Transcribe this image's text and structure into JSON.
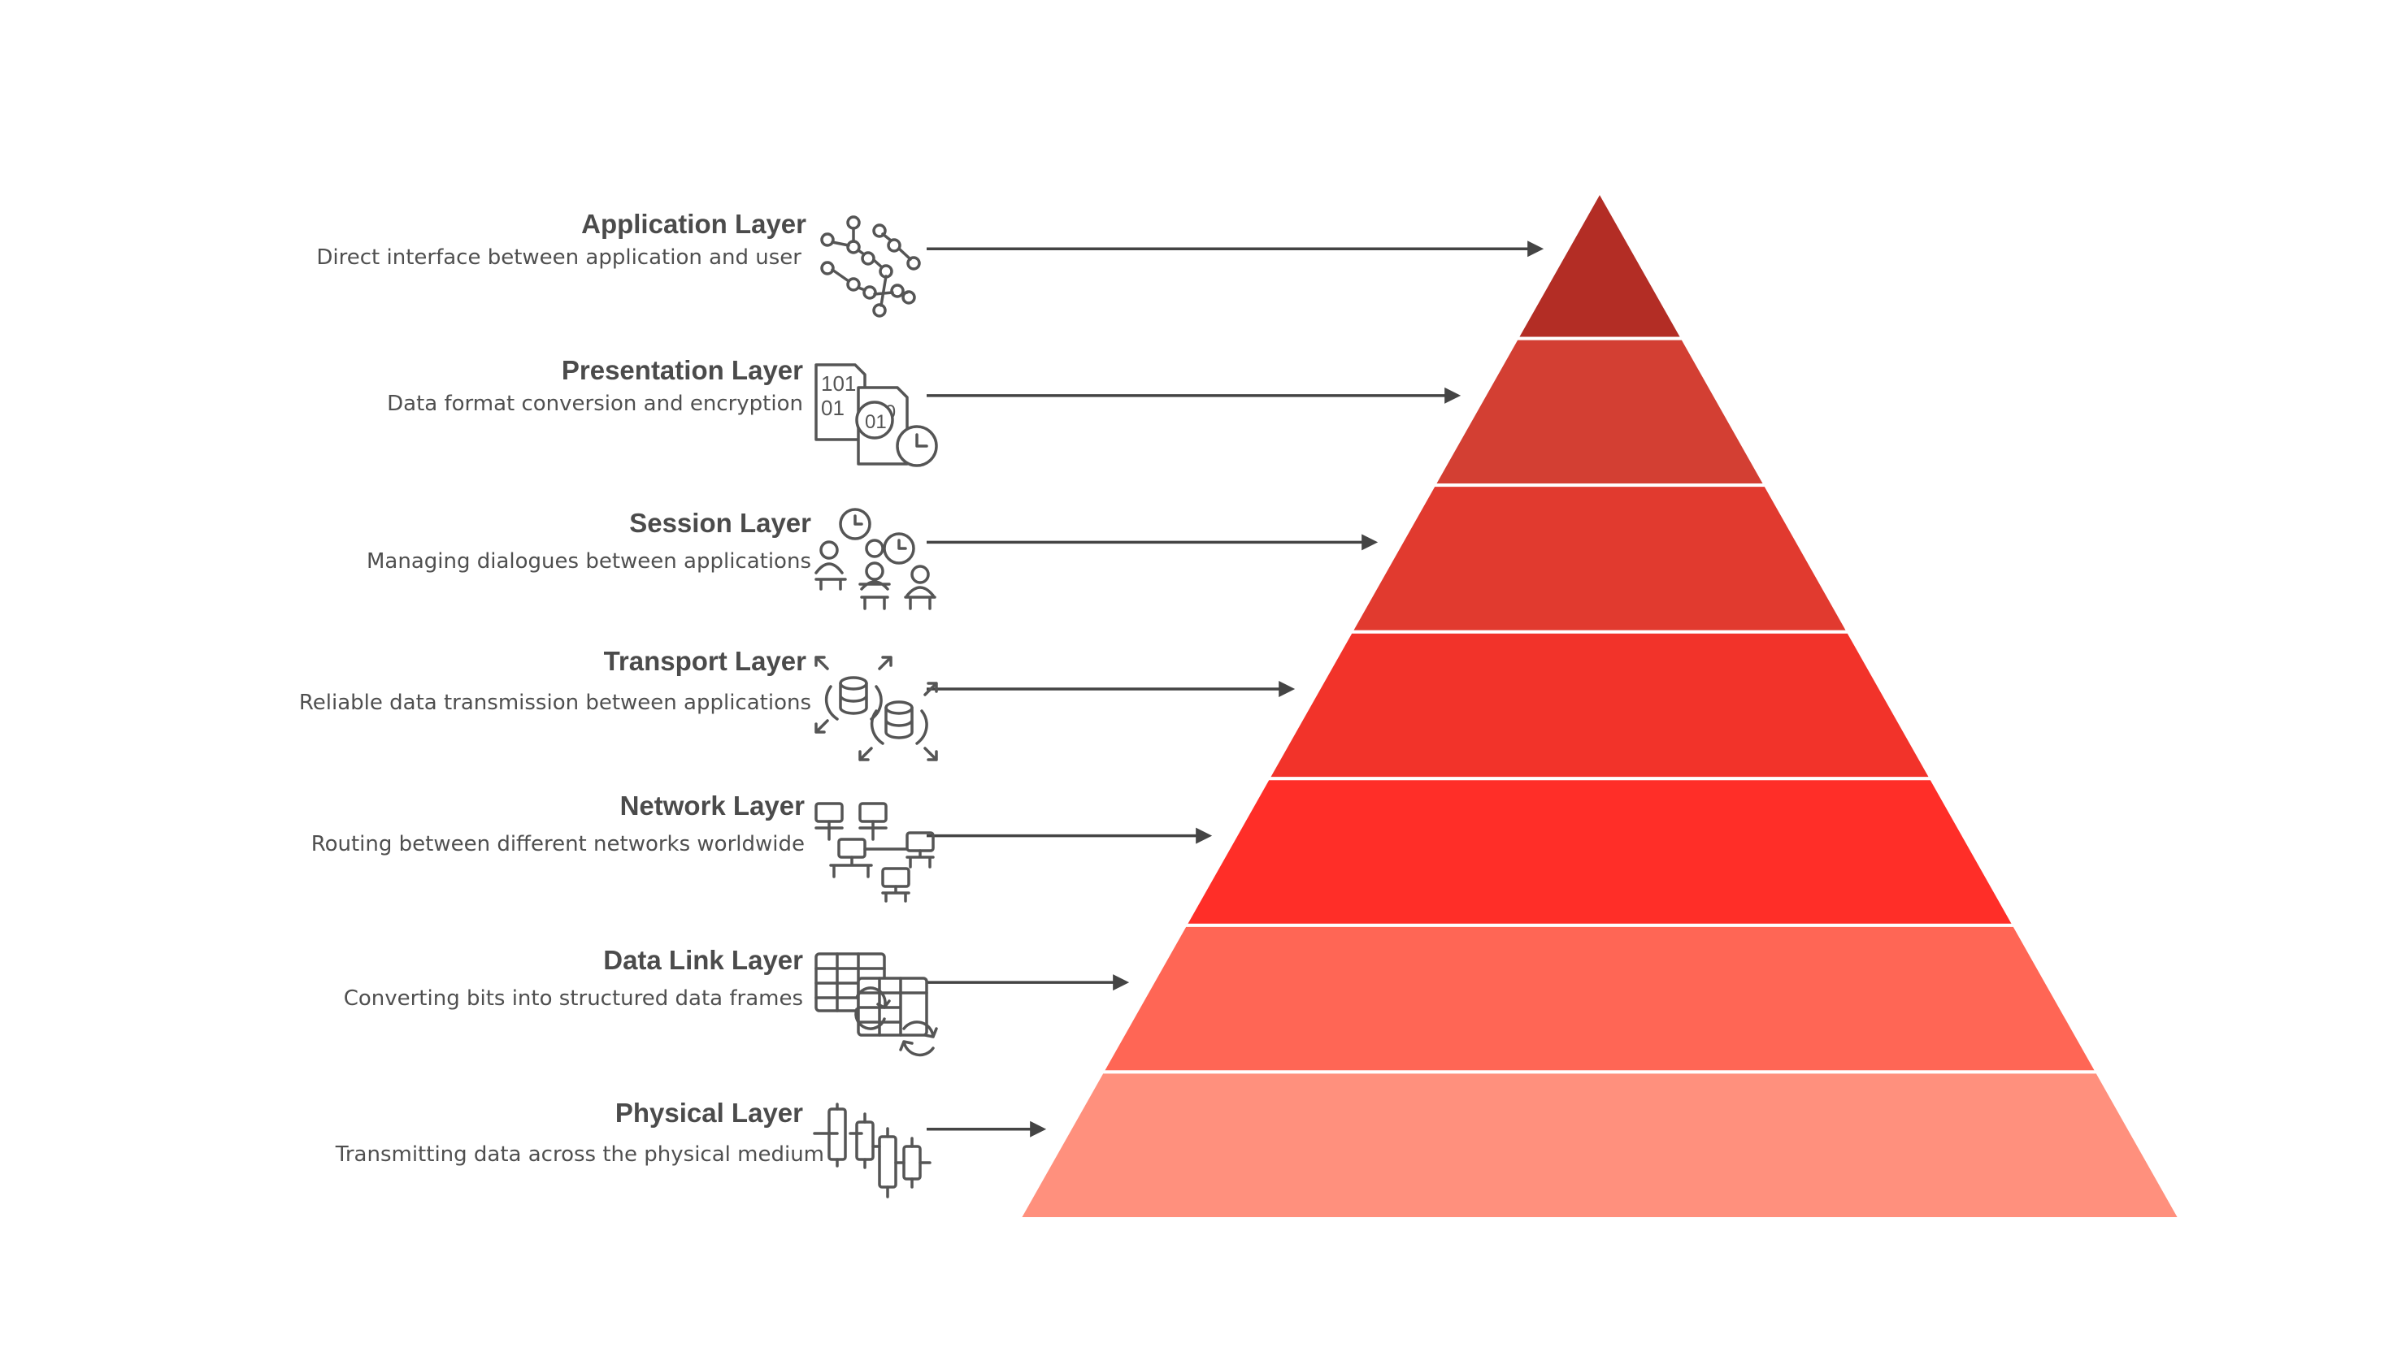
{
  "diagram": {
    "type": "pyramid",
    "layers": [
      {
        "title": "Application Layer",
        "description": "Direct interface between application and user",
        "color": "#b32d25",
        "icon": "network-nodes-icon"
      },
      {
        "title": "Presentation Layer",
        "description": "Data format conversion and encryption",
        "color": "#d33f33",
        "icon": "binary-file-clock-icon"
      },
      {
        "title": "Session Layer",
        "description": "Managing dialogues between applications",
        "color": "#e13a2f",
        "icon": "users-clock-icon"
      },
      {
        "title": "Transport Layer",
        "description": "Reliable data transmission between applications",
        "color": "#f2332a",
        "icon": "database-sync-arrows-icon"
      },
      {
        "title": "Network Layer",
        "description": "Routing between different networks worldwide",
        "color": "#ff2e28",
        "icon": "computer-network-icon"
      },
      {
        "title": "Data Link Layer",
        "description": "Converting bits into structured data frames",
        "color": "#ff6655",
        "icon": "table-frames-sync-icon"
      },
      {
        "title": "Physical Layer",
        "description": "Transmitting data across the physical medium",
        "color": "#ff907d",
        "icon": "signal-bars-icon"
      }
    ],
    "text_color": "#4a4a4a",
    "arrow_color": "#444444"
  }
}
